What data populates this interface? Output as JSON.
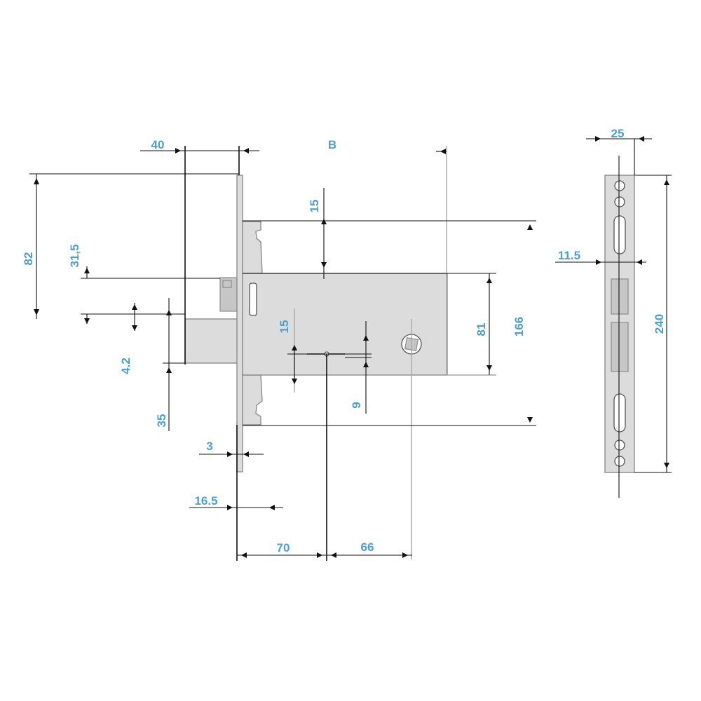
{
  "colors": {
    "dimension_text": "#4a9fd0",
    "lines": "#111111",
    "body": "#dcdcdc",
    "body_edge": "#8c8c8c",
    "guide": "#a8a8a8"
  },
  "dimensions": {
    "d40": "40",
    "dB": "B",
    "d82": "82",
    "d31_5": "31,5",
    "d4_2": "4.2",
    "d35": "35",
    "d15_top": "15",
    "d15_mid": "15",
    "d9": "9",
    "d81": "81",
    "d166": "166",
    "d3": "3",
    "d16_5": "16.5",
    "d70": "70",
    "d66": "66",
    "d25": "25",
    "d11_5": "11.5",
    "d240": "240"
  }
}
